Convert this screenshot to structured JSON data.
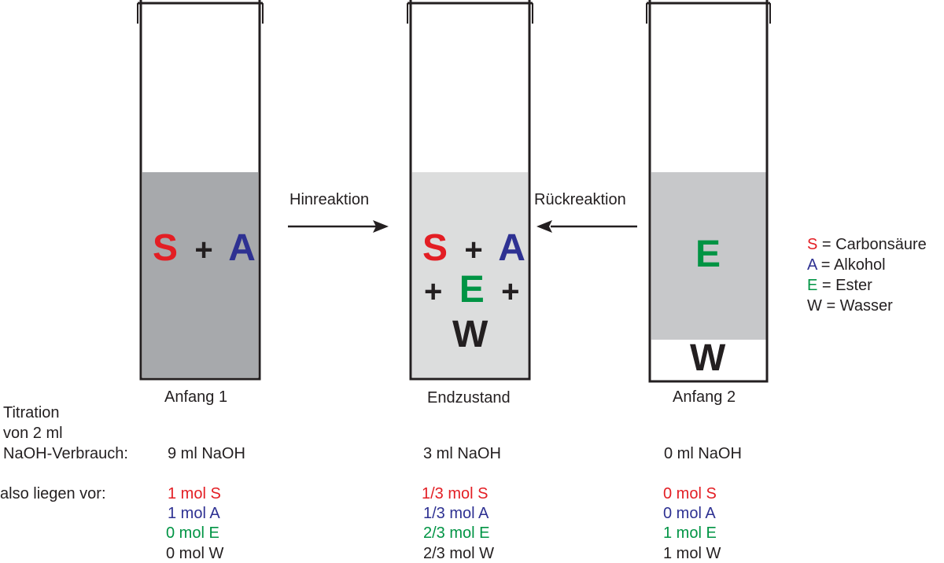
{
  "colors": {
    "S": "#e31e24",
    "A": "#2e3192",
    "E": "#009444",
    "W": "#231f20",
    "fill_dark": "#a7a9ac",
    "fill_light": "#dcdddd",
    "fill_mid": "#c7c8ca"
  },
  "containers": {
    "anfang1": {
      "label": "Anfang 1",
      "line1": {
        "s": "S",
        "plus": "+",
        "a": "A"
      },
      "naoh": "9 ml NaOH",
      "mol_s": "1 mol S",
      "mol_a": "1 mol A",
      "mol_e": "0 mol E",
      "mol_w": "0 mol W"
    },
    "endzustand": {
      "label": "Endzustand",
      "line1": {
        "s": "S",
        "plus": "+",
        "a": "A"
      },
      "line2": {
        "plus1": "+",
        "e": "E",
        "plus2": "+"
      },
      "line3": {
        "w": "W"
      },
      "naoh": "3 ml NaOH",
      "mol_s": "1/3 mol S",
      "mol_a": "1/3 mol A",
      "mol_e": "2/3 mol E",
      "mol_w": "2/3 mol W"
    },
    "anfang2": {
      "label": "Anfang 2",
      "e": "E",
      "w": "W",
      "naoh": "0 ml NaOH",
      "mol_s": "0 mol S",
      "mol_a": "0 mol A",
      "mol_e": "1 mol E",
      "mol_w": "1 mol W"
    }
  },
  "arrows": {
    "forward": "Hinreaktion",
    "backward": "Rückreaktion"
  },
  "legend": {
    "s_key": "S",
    "s_text": " = Carbonsäure",
    "a_key": "A",
    "a_text": " = Alkohol",
    "e_key": "E",
    "e_text": " = Ester",
    "w_key": "W",
    "w_text": " = Wasser"
  },
  "row_labels": {
    "titration_1": "Titration",
    "titration_2": "von 2 ml",
    "titration_3": "NaOH-Verbrauch:",
    "also": "also liegen vor:"
  }
}
